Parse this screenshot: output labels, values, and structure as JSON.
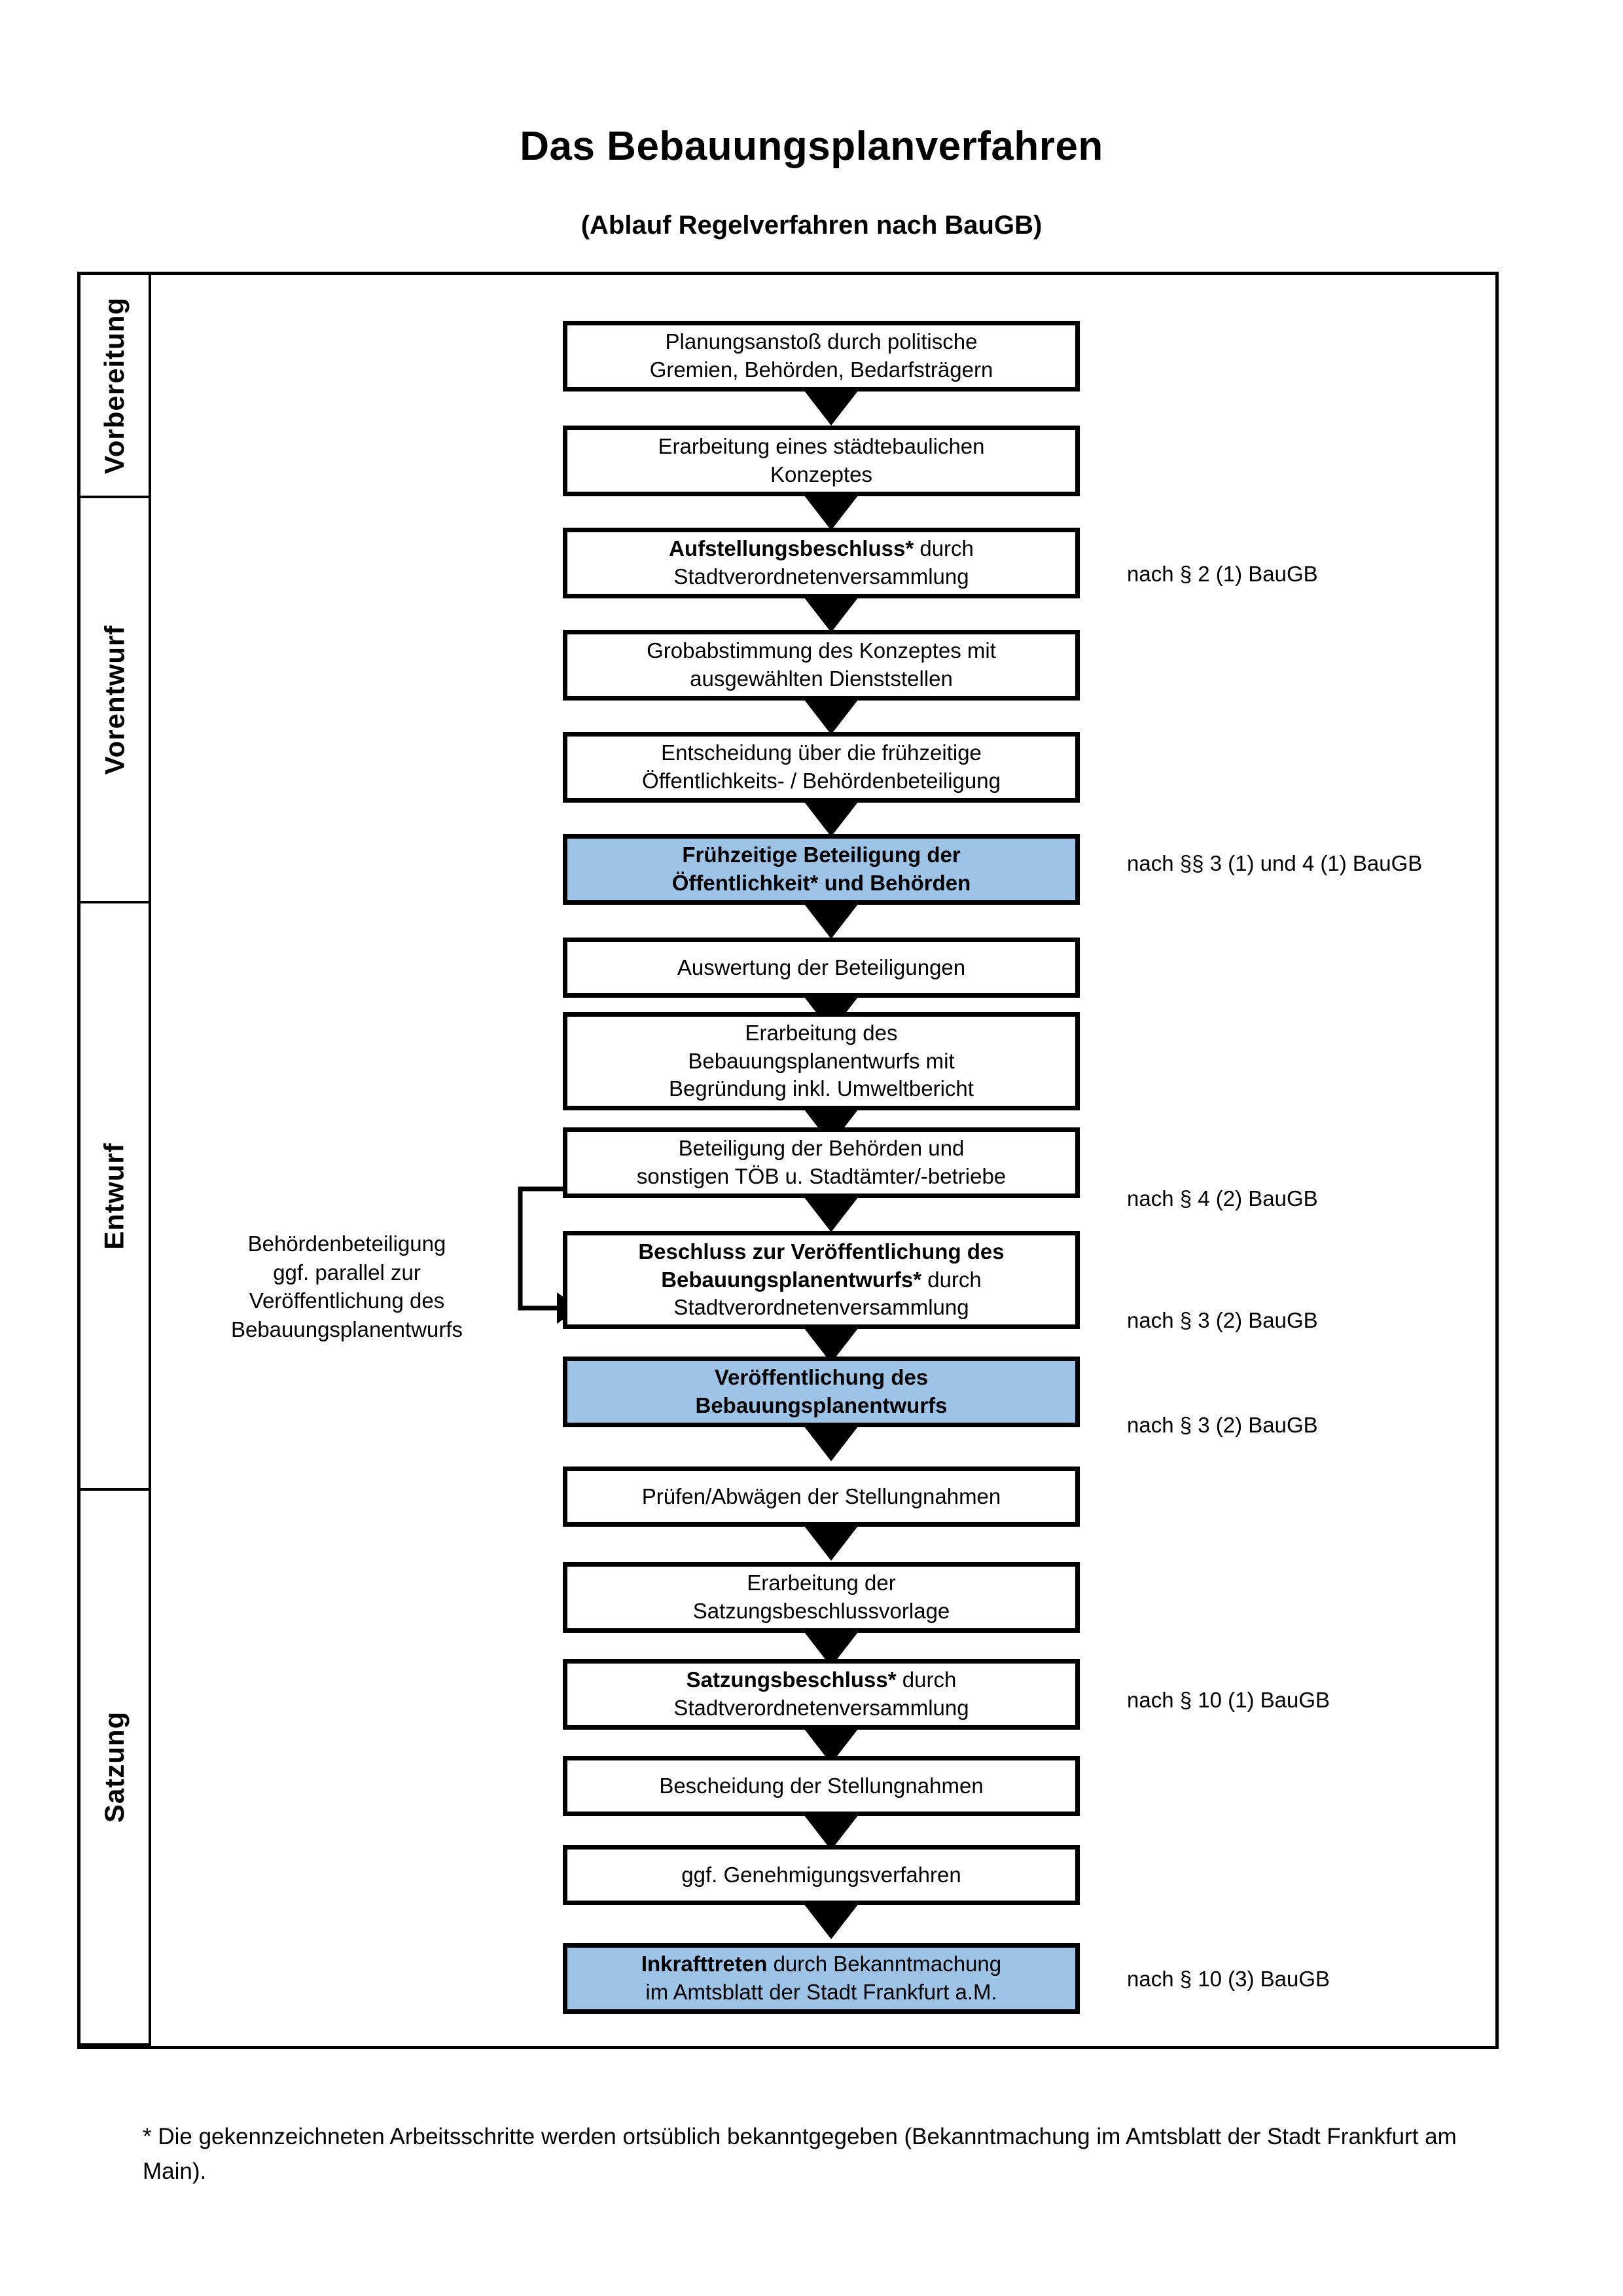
{
  "title": "Das Bebauungsplanverfahren",
  "subtitle": "(Ablauf Regelverfahren nach BauGB)",
  "colors": {
    "highlight_box": "#9dc3e6",
    "band_vorbereitung": "#f0f0f0",
    "band_vorentwurf": "#e4e4e4",
    "band_entwurf": "#d5d5d5",
    "band_satzung": "#bfbfbf",
    "border": "#000000"
  },
  "phases": [
    {
      "label": "Vorbereitung"
    },
    {
      "label": "Vorentwurf"
    },
    {
      "label": "Entwurf"
    },
    {
      "label": "Satzung"
    }
  ],
  "steps": [
    {
      "line1": "Planungsanstoß durch politische",
      "line2": "Gremien, Behörden, Bedarfsträgern",
      "bold": "",
      "highlighted": false,
      "phase": "Vorbereitung"
    },
    {
      "line1": "Erarbeitung eines städtebaulichen",
      "line2": "Konzeptes",
      "bold": "",
      "highlighted": false,
      "phase": "Vorbereitung"
    },
    {
      "line1": "Aufstellungsbeschluss* durch",
      "line2": "Stadtverordnetenversammlung",
      "bold": "Aufstellungsbeschluss*",
      "highlighted": false,
      "phase": "Vorbereitung"
    },
    {
      "line1": "Grobabstimmung des Konzeptes mit",
      "line2": "ausgewählten Dienststellen",
      "bold": "",
      "highlighted": false,
      "phase": "Vorentwurf"
    },
    {
      "line1": "Entscheidung über die frühzeitige",
      "line2": "Öffentlichkeits- / Behördenbeteiligung",
      "bold": "",
      "highlighted": false,
      "phase": "Vorentwurf"
    },
    {
      "line1": "Frühzeitige Beteiligung der",
      "line2": "Öffentlichkeit* und Behörden",
      "bold": "all",
      "highlighted": true,
      "phase": "Vorentwurf"
    },
    {
      "line1": "Auswertung der Beteiligungen",
      "line2": "",
      "bold": "",
      "highlighted": false,
      "phase": "Entwurf"
    },
    {
      "line1": "Erarbeitung des",
      "line2": "Bebauungsplanentwurfs mit",
      "line3": "Begründung inkl. Umweltbericht",
      "bold": "",
      "highlighted": false,
      "phase": "Entwurf"
    },
    {
      "line1": "Beteiligung der Behörden und",
      "line2": "sonstigen TÖB u. Stadtämter/-betriebe",
      "bold": "",
      "highlighted": false,
      "phase": "Entwurf"
    },
    {
      "line1": "Beschluss zur Veröffentlichung des",
      "line2": "Bebauungsplanentwurfs* durch",
      "line3": "Stadtverordnetenversammlung",
      "bold": "Beschluss zur Veröffentlichung des Bebauungsplanentwurfs*",
      "highlighted": false,
      "phase": "Entwurf"
    },
    {
      "line1": "Veröffentlichung des",
      "line2": "Bebauungsplanentwurfs",
      "bold": "all",
      "highlighted": true,
      "phase": "Entwurf"
    },
    {
      "line1": "Prüfen/Abwägen der Stellungnahmen",
      "line2": "",
      "bold": "",
      "highlighted": false,
      "phase": "Satzung"
    },
    {
      "line1": "Erarbeitung der",
      "line2": "Satzungsbeschlussvorlage",
      "bold": "",
      "highlighted": false,
      "phase": "Satzung"
    },
    {
      "line1": "Satzungsbeschluss* durch",
      "line2": "Stadtverordnetenversammlung",
      "bold": "Satzungsbeschluss*",
      "highlighted": false,
      "phase": "Satzung"
    },
    {
      "line1": "Bescheidung der Stellungnahmen",
      "line2": "",
      "bold": "",
      "highlighted": false,
      "phase": "Satzung"
    },
    {
      "line1": "ggf. Genehmigungsverfahren",
      "line2": "",
      "bold": "",
      "highlighted": false,
      "phase": "Satzung"
    },
    {
      "line1": "Inkrafttreten durch Bekanntmachung",
      "line2": "im Amtsblatt der Stadt Frankfurt a.M.",
      "bold": "Inkrafttreten",
      "highlighted": true,
      "phase": "Satzung"
    }
  ],
  "legal_refs": [
    {
      "text": "nach § 2 (1) BauGB"
    },
    {
      "text": "nach §§ 3 (1) und 4 (1) BauGB"
    },
    {
      "text": "nach § 4 (2) BauGB"
    },
    {
      "text": "nach § 3 (2) BauGB"
    },
    {
      "text": "nach § 3 (2) BauGB"
    },
    {
      "text": "nach § 10 (1) BauGB"
    },
    {
      "text": "nach § 10 (3) BauGB"
    }
  ],
  "side_note": {
    "line1": "Behördenbeteiligung",
    "line2": "ggf. parallel zur",
    "line3": "Veröffentlichung des",
    "line4": "Bebauungsplanentwurfs"
  },
  "footnote": "* Die gekennzeichneten Arbeitsschritte werden ortsüblich bekanntgegeben (Bekanntmachung im Amtsblatt  der Stadt Frankfurt am Main)."
}
